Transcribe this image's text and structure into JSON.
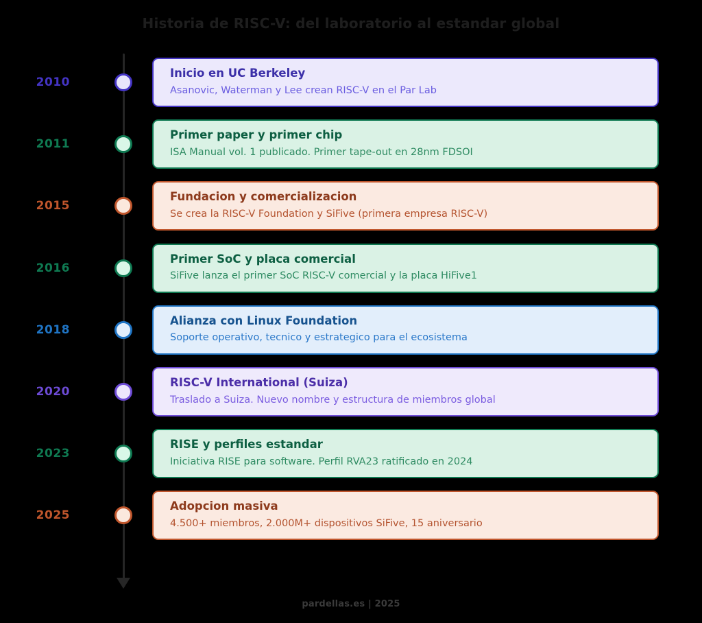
{
  "title": "Historia de RISC-V: del laboratorio al estandar global",
  "footer": "pardellas.es | 2025",
  "background_color": "#000000",
  "axis": {
    "line_color": "#262626",
    "arrow_icon": "down-arrow-icon"
  },
  "palette": {
    "indigo": {
      "accent": "#4434c4",
      "fill": "#ece9fc",
      "title": "#3b2fa8",
      "sub": "#6a5de0",
      "dot_fill": "#e8e5fb"
    },
    "green": {
      "accent": "#0f7a52",
      "fill": "#daf2e5",
      "title": "#0d5f42",
      "sub": "#2e8b62",
      "dot_fill": "#d9f7e8"
    },
    "orange": {
      "accent": "#c0562c",
      "fill": "#fbeae1",
      "title": "#8d3a1c",
      "sub": "#b4532f",
      "dot_fill": "#fbe8dd"
    },
    "blue": {
      "accent": "#1f74c4",
      "fill": "#e2eefb",
      "title": "#17538f",
      "sub": "#2a78c9",
      "dot_fill": "#e2eefb"
    },
    "purple": {
      "accent": "#6d4bd6",
      "fill": "#efeafc",
      "title": "#4b2ea8",
      "sub": "#7a5ce0",
      "dot_fill": "#ece6fc"
    }
  },
  "timeline": {
    "entries": [
      {
        "year": "2010",
        "theme": "indigo",
        "title": "Inicio en UC Berkeley",
        "subtitle": "Asanovic, Waterman y Lee crean RISC-V en el Par Lab"
      },
      {
        "year": "2011",
        "theme": "green",
        "title": "Primer paper y primer chip",
        "subtitle": "ISA Manual vol. 1 publicado. Primer tape-out en 28nm FDSOI"
      },
      {
        "year": "2015",
        "theme": "orange",
        "title": "Fundacion y comercializacion",
        "subtitle": "Se crea la RISC-V Foundation y SiFive (primera empresa RISC-V)"
      },
      {
        "year": "2016",
        "theme": "green",
        "title": "Primer SoC y placa comercial",
        "subtitle": "SiFive lanza el primer SoC RISC-V comercial y la placa HiFive1"
      },
      {
        "year": "2018",
        "theme": "blue",
        "title": "Alianza con Linux Foundation",
        "subtitle": "Soporte operativo, tecnico y estrategico para el ecosistema"
      },
      {
        "year": "2020",
        "theme": "purple",
        "title": "RISC-V International (Suiza)",
        "subtitle": "Traslado a Suiza. Nuevo nombre y estructura de miembros global"
      },
      {
        "year": "2023",
        "theme": "green",
        "title": "RISE y perfiles estandar",
        "subtitle": "Iniciativa RISE para software. Perfil RVA23 ratificado en 2024"
      },
      {
        "year": "2025",
        "theme": "orange",
        "title": "Adopcion masiva",
        "subtitle": "4.500+ miembros, 2.000M+ dispositivos SiFive, 15 aniversario"
      }
    ]
  }
}
